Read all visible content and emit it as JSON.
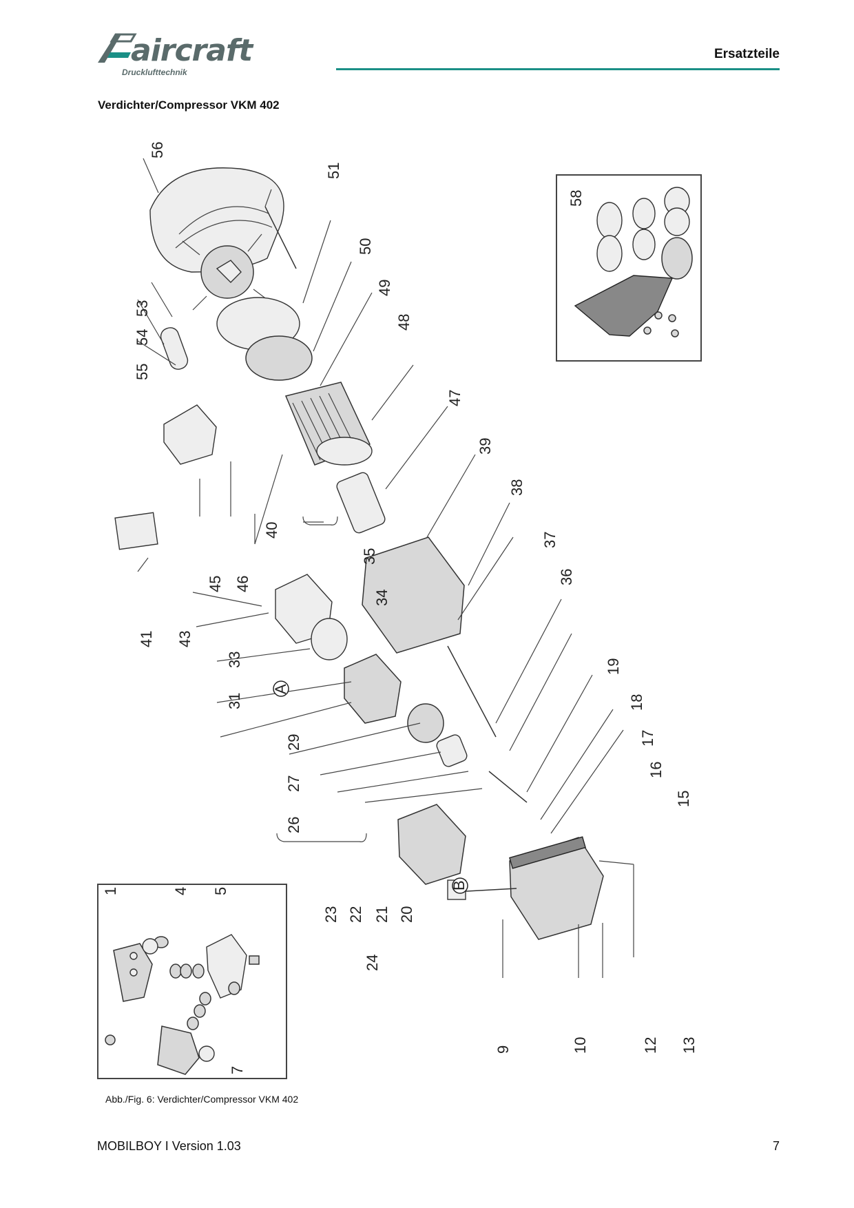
{
  "header": {
    "logo_text": "aircraft",
    "logo_subtitle": "Drucklufttechnik",
    "title": "Ersatzteile",
    "accent_color": "#1a8f86"
  },
  "section": {
    "title": "Verdichter/Compressor VKM 402"
  },
  "diagram": {
    "part_numbers": [
      "1",
      "4",
      "5",
      "7",
      "9",
      "10",
      "12",
      "13",
      "15",
      "16",
      "17",
      "18",
      "19",
      "20",
      "21",
      "22",
      "23",
      "24",
      "26",
      "27",
      "29",
      "31",
      "33",
      "34",
      "35",
      "36",
      "37",
      "38",
      "39",
      "40",
      "41",
      "43",
      "45",
      "46",
      "47",
      "48",
      "49",
      "50",
      "51",
      "53",
      "54",
      "55",
      "56",
      "58"
    ],
    "marker_a": "A",
    "marker_b": "B"
  },
  "caption": "Abb./Fig. 6: Verdichter/Compressor VKM 402",
  "footer": {
    "document": "MOBILBOY I Version 1.03",
    "page": "7"
  }
}
